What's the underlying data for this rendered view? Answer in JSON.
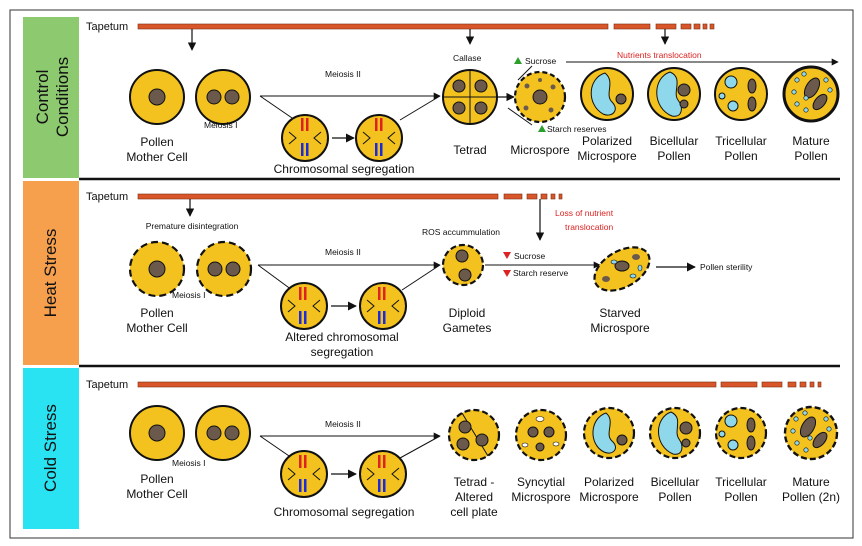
{
  "colors": {
    "control_band": "#8dc96e",
    "heat_band": "#f6a04d",
    "cold_band": "#29e2f2",
    "cell_fill": "#f4c21e",
    "nucleus": "#6b5a4c",
    "tapetum": "#d9562a",
    "vacuole": "#8fd8ec",
    "red_text": "#d22222",
    "green_arrow": "#2aa02a"
  },
  "panels": {
    "control": {
      "band_label": "Control Conditions",
      "band_lines": [
        "Control",
        "Conditions"
      ],
      "tapetum": "Tapetum",
      "meiosis1": "Meiosis I",
      "meiosis2": "Meiosis II",
      "callase": "Callase",
      "sucrose": "Sucrose",
      "starch": "Starch reserves",
      "nutrients": "Nutrients translocation",
      "seg_label": "Chromosomal segregation",
      "stages": [
        {
          "lines": [
            "Pollen",
            "Mother Cell"
          ]
        },
        {
          "lines": [
            "Tetrad"
          ]
        },
        {
          "lines": [
            "Microspore"
          ]
        },
        {
          "lines": [
            "Polarized",
            "Microspore"
          ]
        },
        {
          "lines": [
            "Bicellular",
            "Pollen"
          ]
        },
        {
          "lines": [
            "Tricellular",
            "Pollen"
          ]
        },
        {
          "lines": [
            "Mature",
            "Pollen"
          ]
        }
      ]
    },
    "heat": {
      "band_label": "Heat Stress",
      "tapetum": "Tapetum",
      "premature": "Premature disintegration",
      "meiosis1": "Meiosis I",
      "meiosis2": "Meiosis II",
      "ros": "ROS accummulation",
      "loss_lines": [
        "Loss of nutrient",
        "translocation"
      ],
      "sucrose": "Sucrose",
      "starch": "Starch reserve",
      "sterility": "Pollen sterility",
      "seg_lines": [
        "Altered chromosomal",
        "segregation"
      ],
      "stages": [
        {
          "lines": [
            "Pollen",
            "Mother Cell"
          ]
        },
        {
          "lines": [
            "Diploid",
            "Gametes"
          ]
        },
        {
          "lines": [
            "Starved",
            "Microspore"
          ]
        }
      ]
    },
    "cold": {
      "band_label": "Cold Stress",
      "tapetum": "Tapetum",
      "meiosis1": "Meiosis I",
      "meiosis2": "Meiosis II",
      "seg_label": "Chromosomal segregation",
      "stages": [
        {
          "lines": [
            "Pollen",
            "Mother Cell"
          ]
        },
        {
          "lines": [
            "Tetrad -",
            "Altered",
            "cell plate"
          ]
        },
        {
          "lines": [
            "Syncytial",
            "Microspore"
          ]
        },
        {
          "lines": [
            "Polarized",
            "Microspore"
          ]
        },
        {
          "lines": [
            "Bicellular",
            "Pollen"
          ]
        },
        {
          "lines": [
            "Tricellular",
            "Pollen"
          ]
        },
        {
          "lines": [
            "Mature",
            "Pollen (2n)"
          ]
        }
      ]
    }
  }
}
